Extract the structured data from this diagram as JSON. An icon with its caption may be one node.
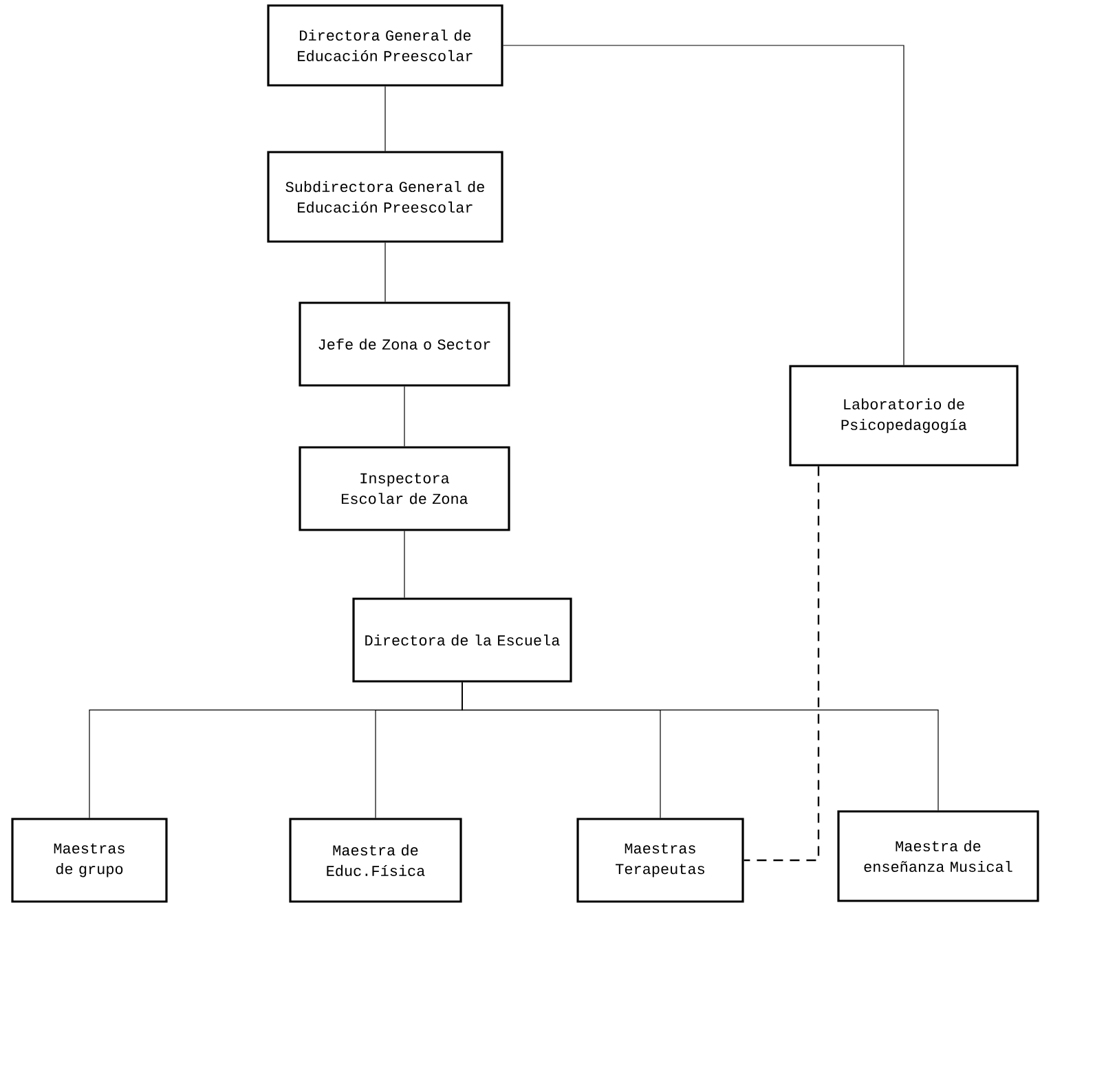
{
  "diagram": {
    "nodes": [
      {
        "text": [
          "Directora General de Educación Preescolar"
        ]
      },
      {
        "text": [
          "Subdirectora General de Educación Preescolar"
        ]
      },
      {
        "text": [
          "Jefe de Zona o Sector"
        ]
      },
      {
        "text": [
          "Inspectora Escolar de Zona"
        ]
      },
      {
        "text": [
          "Directora de la Escuela"
        ]
      },
      {
        "text": [
          "Laboratorio de Psicopedagogía"
        ]
      },
      {
        "text": [
          "Maestras de grupo"
        ]
      },
      {
        "text": [
          "Maestra de Educ.Física"
        ]
      },
      {
        "text": [
          "Maestras Terapeutas"
        ]
      },
      {
        "text": [
          "Maestra de enseñanza Musical"
        ]
      }
    ],
    "edges": [
      {
        "from": 0,
        "to": 1,
        "arrow": "none"
      },
      {
        "from": 1,
        "to": 2,
        "arrow": "none"
      },
      {
        "from": 2,
        "to": 3,
        "arrow": "none"
      },
      {
        "from": 3,
        "to": 4,
        "arrow": "none"
      },
      {
        "from": 4,
        "to": 6,
        "arrow": "none"
      },
      {
        "from": 4,
        "to": 7,
        "arrow": "none"
      },
      {
        "from": 4,
        "to": 8,
        "arrow": "none"
      },
      {
        "from": 4,
        "to": 9,
        "arrow": "none"
      },
      {
        "from": 0,
        "to": 5,
        "arrow": "none"
      },
      {
        "from": 5,
        "to": 8,
        "arrow": "none",
        "style": "dashed"
      }
    ]
  }
}
